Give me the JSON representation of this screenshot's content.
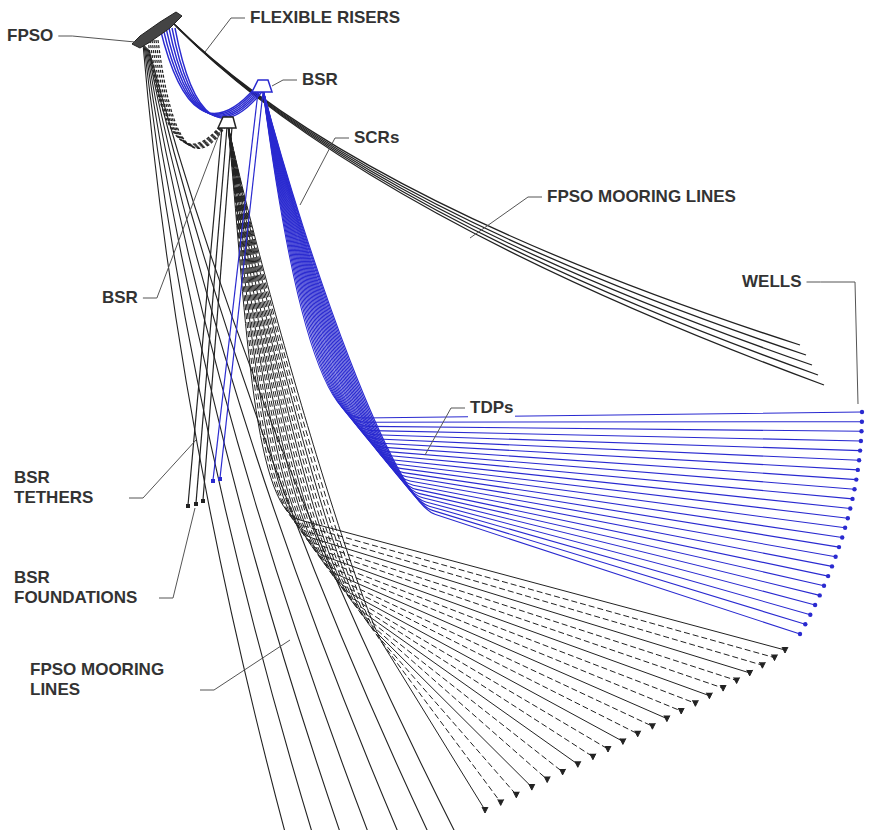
{
  "diagram": {
    "labels": [
      "FPSO",
      "FLEXIBLE RISERS",
      "BSR",
      "SCRs",
      "FPSO MOORING LINES",
      "WELLS",
      "BSR",
      "TDPs",
      "BSR TETHERS",
      "BSR FOUNDATIONS",
      "FPSO MOORING LINES"
    ]
  }
}
